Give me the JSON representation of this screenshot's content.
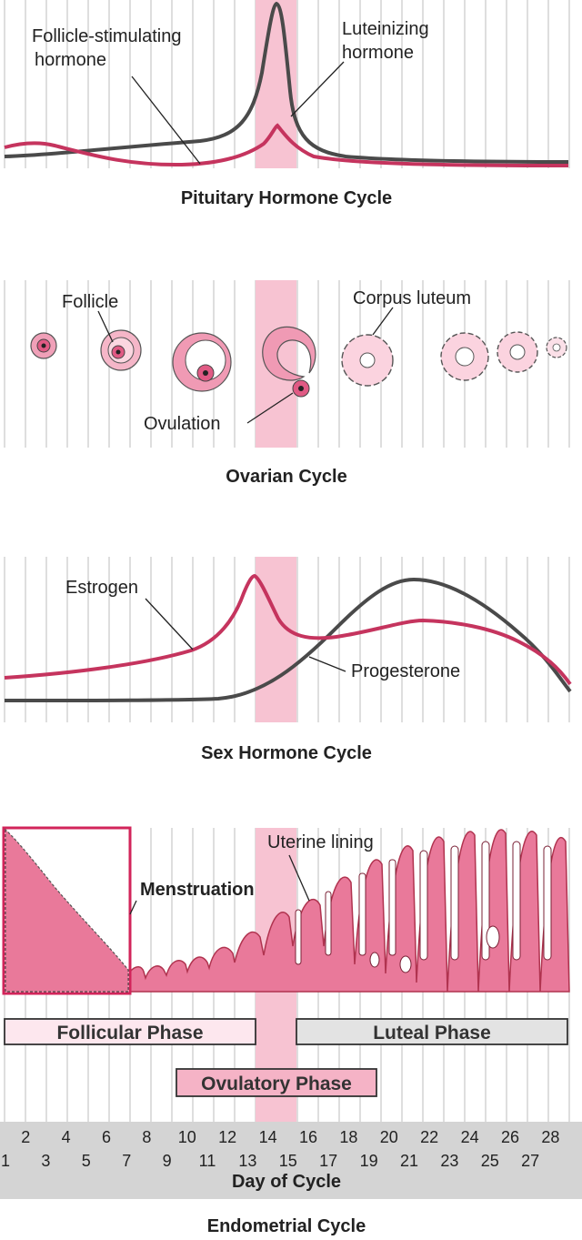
{
  "colors": {
    "pink": "#c2185b",
    "pink_line": "#c5345e",
    "pink_fill": "#e9799a",
    "pink_light": "#f9cbd8",
    "ovulatory_band": "#f7c3d2",
    "dark": "#4a4a4a",
    "grid": "#c8c8c8",
    "day_bar": "#d4d4d4",
    "phase_box_pink": "#fde7ee",
    "phase_box_grey": "#e3e3e3"
  },
  "pituitary": {
    "title": "Pituitary Hormone Cycle",
    "fsh_label_line1": "Follicle-stimulating",
    "fsh_label_line2": "hormone",
    "lh_label_line1": "Luteinizing",
    "lh_label_line2": "hormone"
  },
  "ovarian": {
    "title": "Ovarian Cycle",
    "follicle_label": "Follicle",
    "corpus_label": "Corpus luteum",
    "ovulation_label": "Ovulation"
  },
  "sex_hormone": {
    "title": "Sex Hormone Cycle",
    "estrogen_label": "Estrogen",
    "progesterone_label": "Progesterone"
  },
  "endometrial": {
    "title": "Endometrial Cycle",
    "uterine_label": "Uterine lining",
    "menstruation_label": "Menstruation",
    "phases": {
      "follicular": "Follicular Phase",
      "luteal": "Luteal Phase",
      "ovulatory": "Ovulatory Phase"
    },
    "days_even": [
      "2",
      "4",
      "6",
      "8",
      "10",
      "12",
      "14",
      "16",
      "18",
      "20",
      "22",
      "24",
      "26",
      "28"
    ],
    "days_odd": [
      "1",
      "3",
      "5",
      "7",
      "9",
      "11",
      "13",
      "15",
      "17",
      "19",
      "21",
      "23",
      "25",
      "27"
    ],
    "axis_label": "Day of Cycle"
  }
}
